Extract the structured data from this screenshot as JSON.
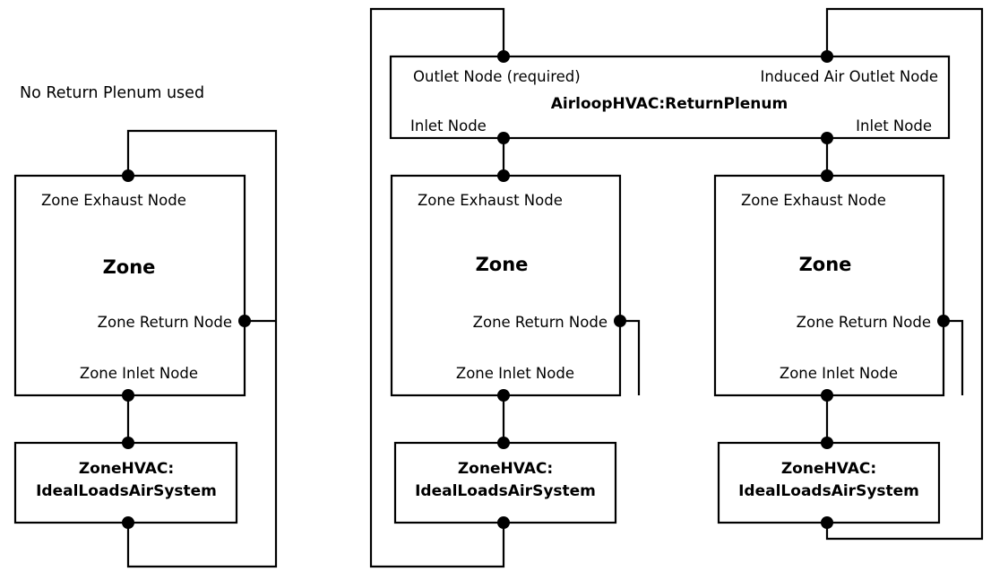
{
  "diagram": {
    "title_left": "No Return Plenum used",
    "node_labels": {
      "zone_exhaust": "Zone Exhaust Node",
      "zone_return": "Zone Return Node",
      "zone_inlet": "Zone Inlet Node",
      "plenum_outlet": "Outlet Node (required)",
      "plenum_induced_outlet": "Induced Air Outlet Node",
      "plenum_inlet_left": "Inlet Node",
      "plenum_inlet_right": "Inlet Node"
    },
    "component_labels": {
      "zone": "Zone",
      "plenum": "AirloopHVAC:ReturnPlenum",
      "ideal_loads_line1": "ZoneHVAC:",
      "ideal_loads_line2": "IdealLoadsAirSystem"
    },
    "colors": {
      "stroke": "#000000",
      "background": "#ffffff",
      "text": "#000000"
    },
    "left_panel": {
      "caption": "No Return Plenum used",
      "zone": {
        "exhaust": "Zone Exhaust Node",
        "name": "Zone",
        "return": "Zone Return Node",
        "inlet": "Zone Inlet Node"
      },
      "equipment": {
        "line1": "ZoneHVAC:",
        "line2": "IdealLoadsAirSystem"
      }
    },
    "right_panel": {
      "plenum": {
        "outlet": "Outlet Node (required)",
        "induced_outlet": "Induced Air Outlet Node",
        "name": "AirloopHVAC:ReturnPlenum",
        "inlet_left": "Inlet Node",
        "inlet_right": "Inlet Node"
      },
      "zone_middle": {
        "exhaust": "Zone Exhaust Node",
        "name": "Zone",
        "return": "Zone Return Node",
        "inlet": "Zone Inlet Node"
      },
      "zone_right": {
        "exhaust": "Zone Exhaust Node",
        "name": "Zone",
        "return": "Zone Return Node",
        "inlet": "Zone Inlet Node"
      },
      "equipment_middle": {
        "line1": "ZoneHVAC:",
        "line2": "IdealLoadsAirSystem"
      },
      "equipment_right": {
        "line1": "ZoneHVAC:",
        "line2": "IdealLoadsAirSystem"
      }
    }
  }
}
